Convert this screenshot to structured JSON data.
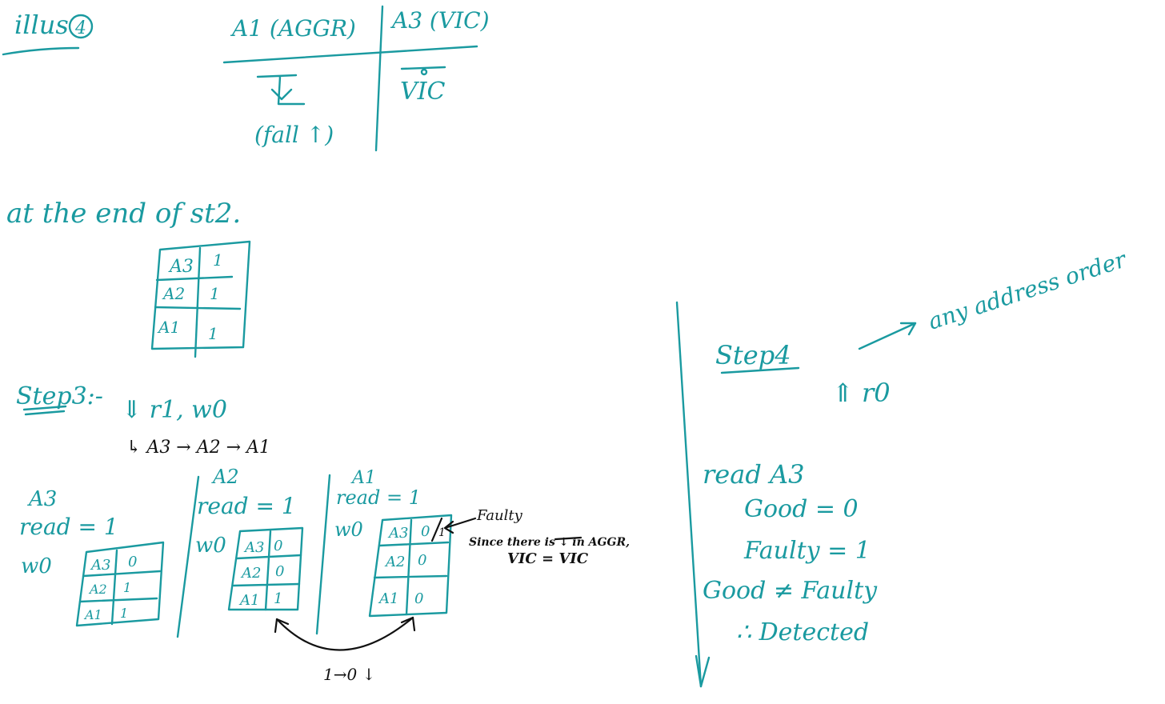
{
  "header": {
    "illus": "illus",
    "illus_num": "4",
    "a1": "A1 (AGGR)",
    "a3": "A3 (VIC)",
    "arrow_sym": "↓",
    "fall": "(fall ↑)",
    "vic_bar": "VIC",
    "vic_dot": "°"
  },
  "st2": {
    "title": "at the end of st2.",
    "rows": [
      {
        "cell": "A3",
        "val": "1"
      },
      {
        "cell": "A2",
        "val": "1"
      },
      {
        "cell": "A1",
        "val": "1"
      }
    ]
  },
  "step3": {
    "title": "Step3:-",
    "op": "⇓ r1, w0",
    "order": "↳ A3 → A2 → A1",
    "a3_label": "A3",
    "a3_read": "read = 1",
    "a3_wo": "w0",
    "a3_grid": [
      {
        "cell": "A3",
        "val": "0"
      },
      {
        "cell": "A2",
        "val": "1"
      },
      {
        "cell": "A1",
        "val": "1"
      }
    ],
    "a2_label": "A2",
    "a2_read": "read = 1",
    "a2_wo": "w0",
    "a2_grid": [
      {
        "cell": "A3",
        "val": "0"
      },
      {
        "cell": "A2",
        "val": "0"
      },
      {
        "cell": "A1",
        "val": "1"
      }
    ],
    "a1_label": "A1",
    "a1_read": "read = 1",
    "a1_wo": "w0",
    "a1_grid": [
      {
        "cell": "A3",
        "val": "0"
      },
      {
        "cell": "A2",
        "val": "0"
      },
      {
        "cell": "A1",
        "val": "0"
      }
    ],
    "faulty_title": "Faulty",
    "faulty_line1": "Since there is ↓ in AGGR,",
    "faulty_line2": "VIC = VIC",
    "faulty_val": "1",
    "transition": "1→0 ↓"
  },
  "step4": {
    "title": "Step4",
    "op": "⇑ r0",
    "any_order": "any address order",
    "read": "read A3",
    "good": "Good = 0",
    "faulty": "Faulty = 1",
    "compare": "Good ≠ Faulty",
    "detected": "∴ Detected"
  }
}
